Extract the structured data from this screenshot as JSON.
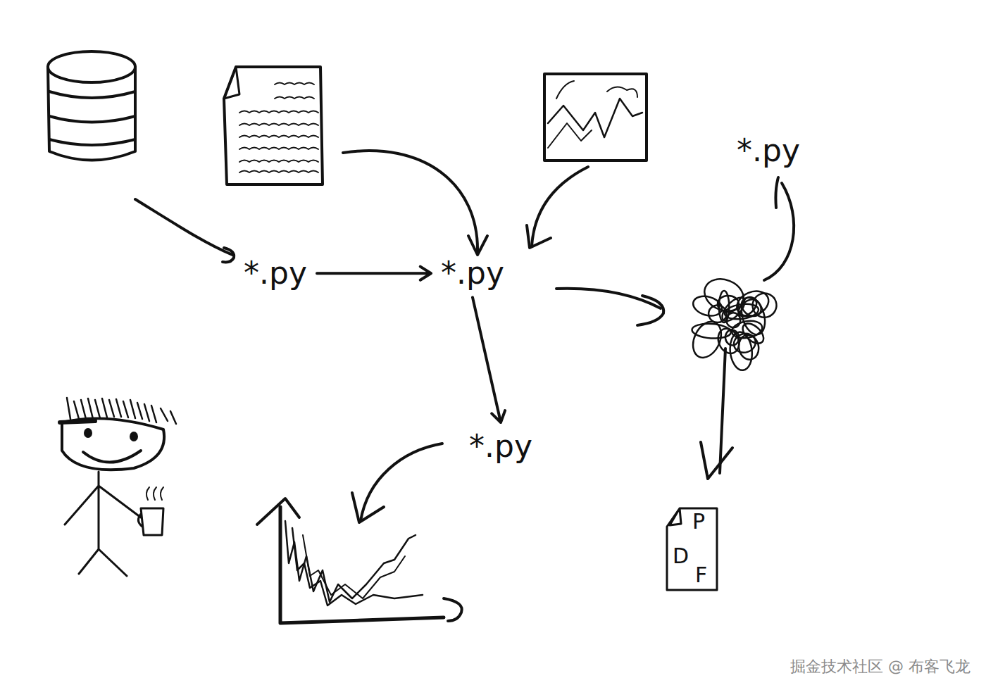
{
  "diagram": {
    "nodes": [
      {
        "text": [
          "*.py"
        ]
      },
      {
        "text": [
          "*.py"
        ]
      },
      {
        "text": [
          "*.py"
        ]
      },
      {
        "text": [
          "*.py"
        ]
      },
      {
        "text": [
          "P",
          "D",
          "F"
        ]
      }
    ],
    "edges": [
      {
        "from": 1,
        "to": 2,
        "arrow": "to"
      },
      {
        "from": 2,
        "to": 3,
        "arrow": "to"
      }
    ],
    "labels": [
      "掘金技术社区 @ 布客飞龙"
    ]
  }
}
